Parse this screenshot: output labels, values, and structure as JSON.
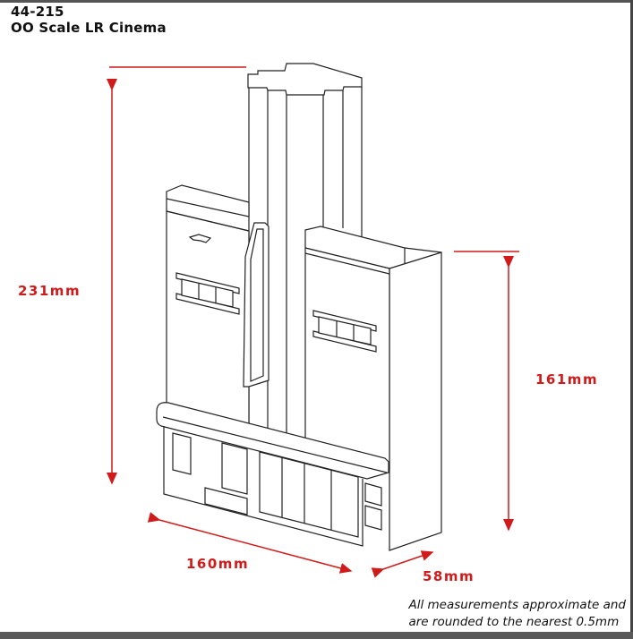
{
  "header": {
    "code": "44-215",
    "title": "OO Scale LR Cinema"
  },
  "dimensions": {
    "height_total": "231mm",
    "height_side": "161mm",
    "width": "160mm",
    "depth": "58mm"
  },
  "note": {
    "line1": "All measurements approximate and",
    "line2": "are rounded to the nearest 0.5mm"
  },
  "colors": {
    "dimension": "#d11a1a",
    "line": "#222222"
  }
}
